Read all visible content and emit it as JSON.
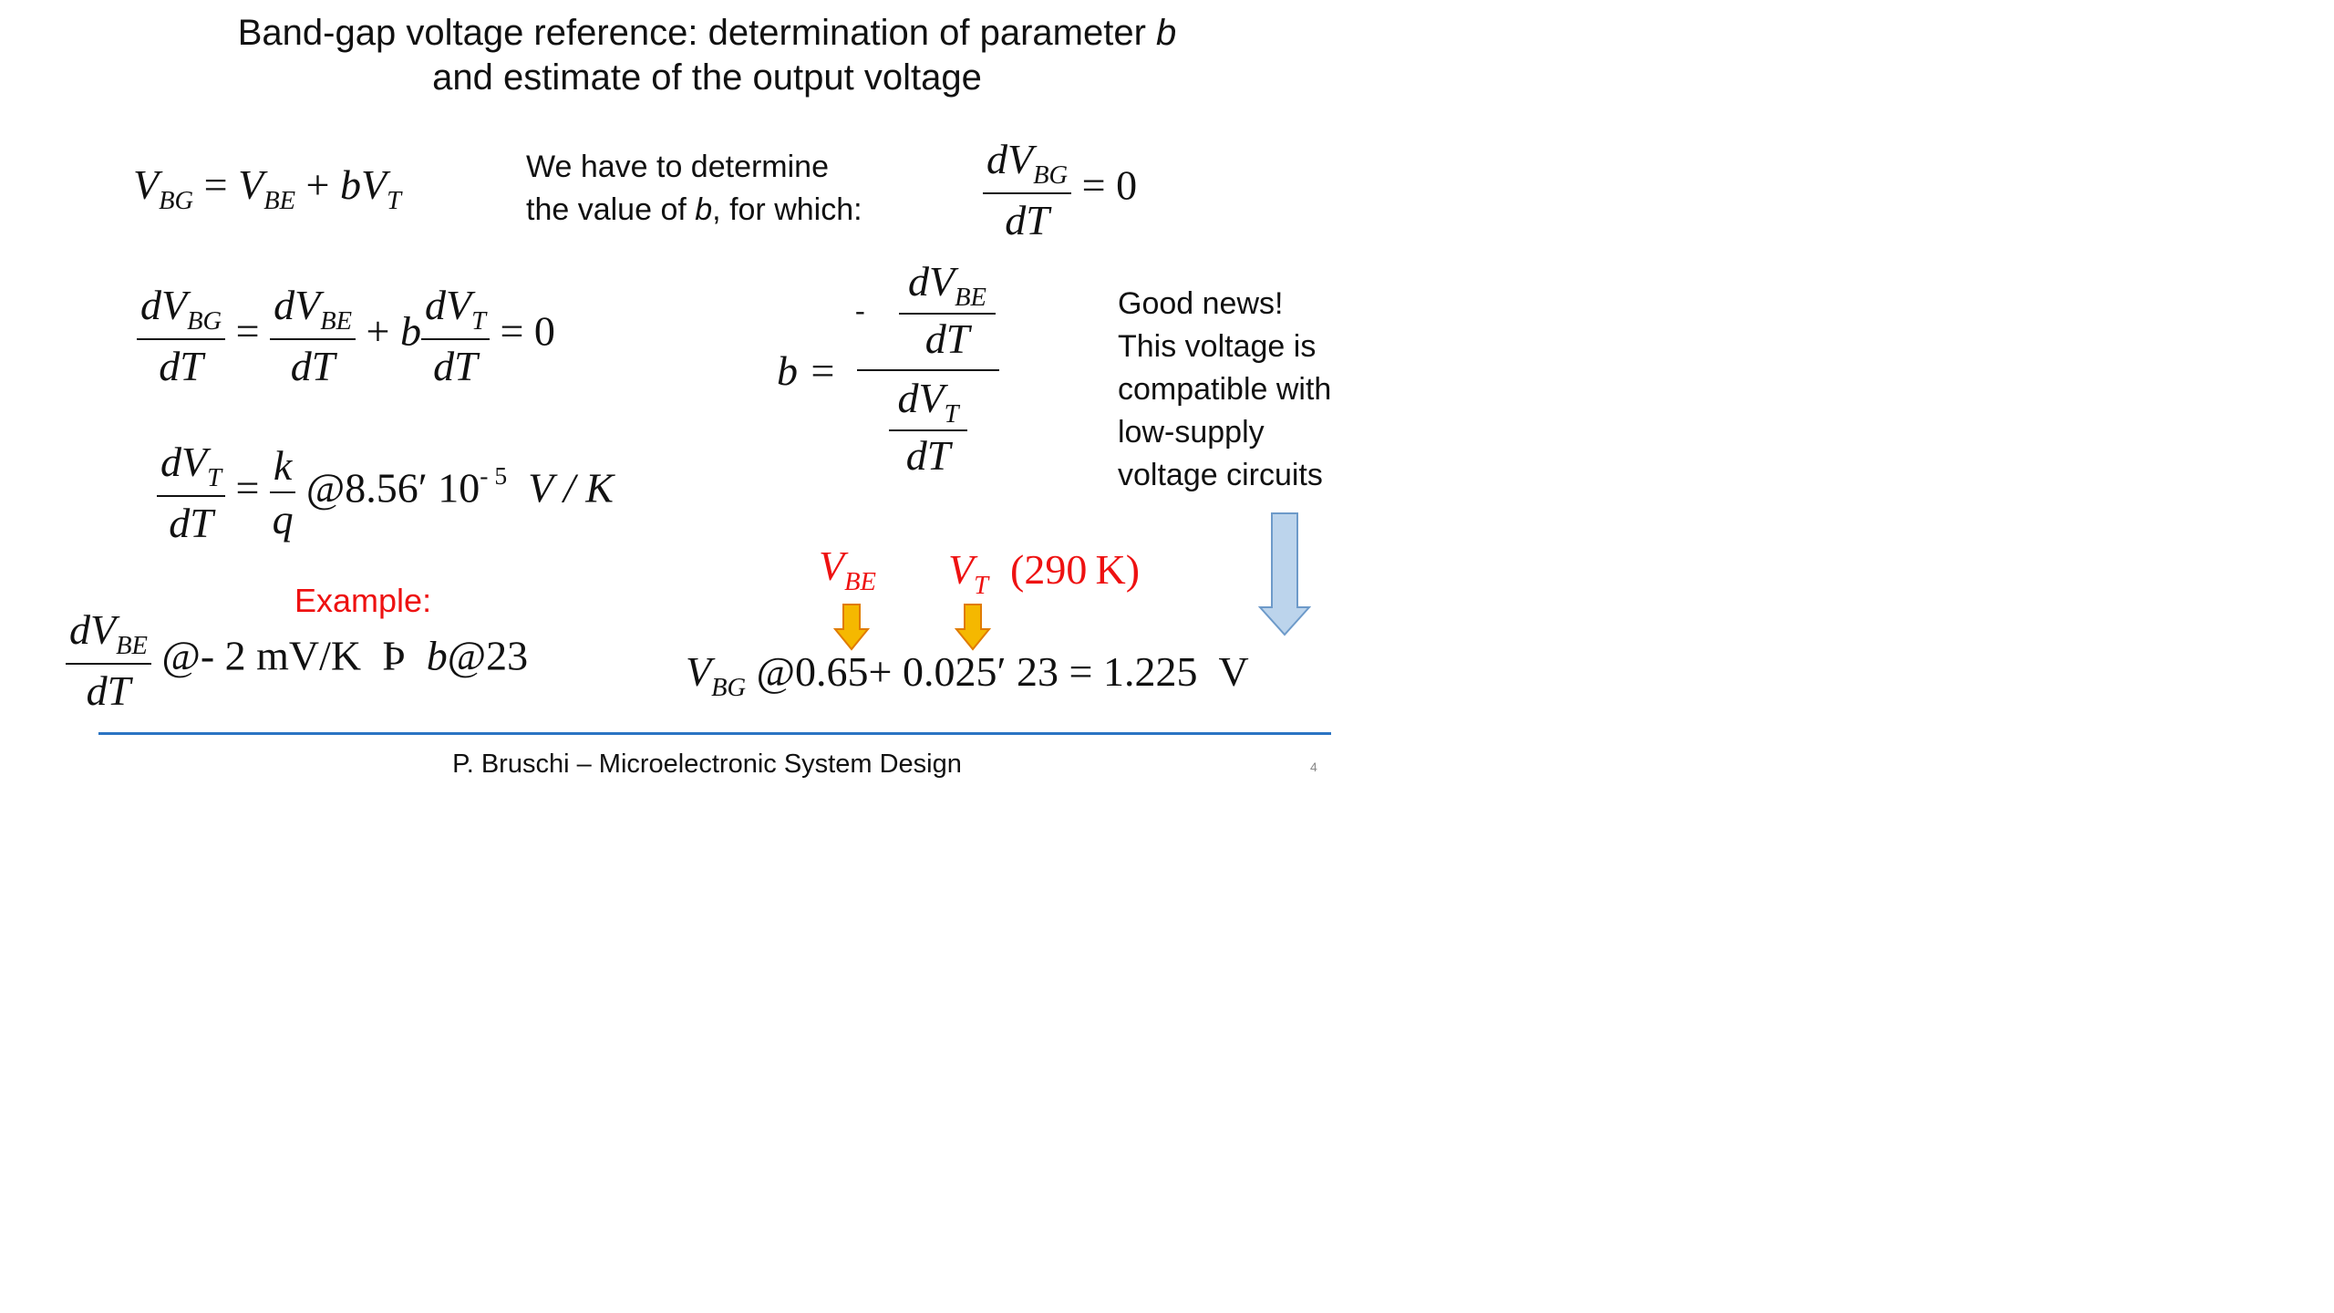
{
  "title": {
    "line1_text": "Band-gap voltage reference: determination of parameter ",
    "line1_var": "b",
    "line2": "and estimate of the output voltage"
  },
  "eq1": {
    "lhs": "V",
    "lhs_sub": "BG",
    "eq": "=",
    "t1": "V",
    "t1_sub": "BE",
    "plus": "+",
    "coef": "b",
    "t2": "V",
    "t2_sub": "T"
  },
  "determine": {
    "line1": "We have to determine",
    "line2_pre": "the value of ",
    "line2_var": "b",
    "line2_post": ", for which:"
  },
  "cond": {
    "num": "dV",
    "num_sub": "BG",
    "den": "dT",
    "rhs": "= 0"
  },
  "eq2": {
    "f1_num": "dV",
    "f1_sub": "BG",
    "f1_den": "dT",
    "eq": "=",
    "f2_num": "dV",
    "f2_sub": "BE",
    "f2_den": "dT",
    "plus": "+",
    "coef": "b",
    "f3_num": "dV",
    "f3_sub": "T",
    "f3_den": "dT",
    "rhs": "= 0"
  },
  "eq_b": {
    "lhs": "b =",
    "minus": "-",
    "n_num": "dV",
    "n_sub": "BE",
    "n_den": "dT",
    "d_num": "dV",
    "d_sub": "T",
    "d_den": "dT"
  },
  "good_news": {
    "lines": [
      "Good news!",
      "This voltage is",
      "compatible with",
      "low-supply",
      "voltage circuits"
    ]
  },
  "eq3": {
    "f_num": "dV",
    "f_sub": "T",
    "f_den": "dT",
    "eq": "=",
    "k": "k",
    "q": "q",
    "approx": "@8.56′  10",
    "exp": "- 5",
    "unit": "V / K"
  },
  "example_label": "Example:",
  "eq4": {
    "f_num": "dV",
    "f_sub": "BE",
    "f_den": "dT",
    "val": "@-  2  mV/K",
    "implies": "Þ",
    "coef": "b",
    "bval": "@23"
  },
  "annot": {
    "vbe": "V",
    "vbe_sub": "BE",
    "vt": "V",
    "vt_sub": "T",
    "temp": "(290 K)"
  },
  "eq5": {
    "lhs": "V",
    "lhs_sub": "BG",
    "a": "@0.65",
    "plus": "+",
    "b": "0.025′  23",
    "eq": "=",
    "result": "1.225",
    "unit": "V"
  },
  "footer": "P. Bruschi – Microelectronic System Design",
  "page_number": "4",
  "colors": {
    "rule": "#2b74c3",
    "highlight": "#ee1111",
    "small_arrow": "#f5b800",
    "big_arrow": "#bcd4ec"
  }
}
